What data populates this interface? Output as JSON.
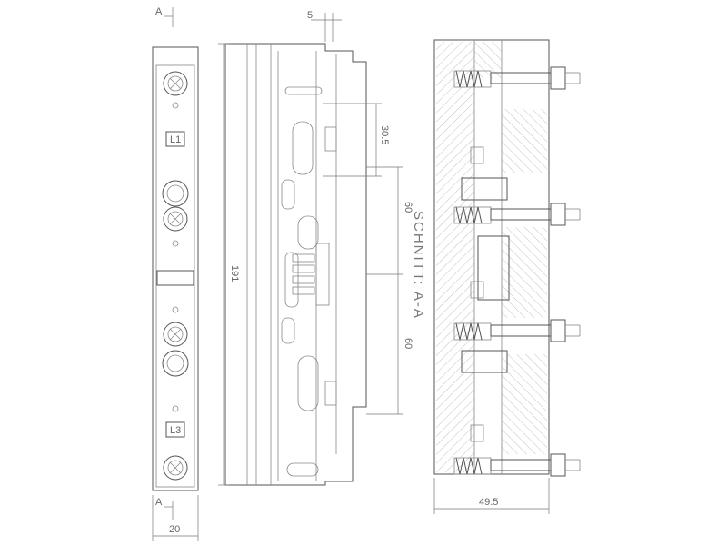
{
  "section": {
    "marker_top": "A",
    "marker_bottom": "A",
    "section_label": "SCHNITT: A-A"
  },
  "terminals": {
    "top_label": "L1",
    "bottom_label": "L3"
  },
  "dimensions": {
    "width_front": "20",
    "height_total": "191",
    "offset_top": "5",
    "pitch_small": "30.5",
    "pitch_upper": "60",
    "pitch_lower": "60",
    "depth_section": "49.5"
  }
}
